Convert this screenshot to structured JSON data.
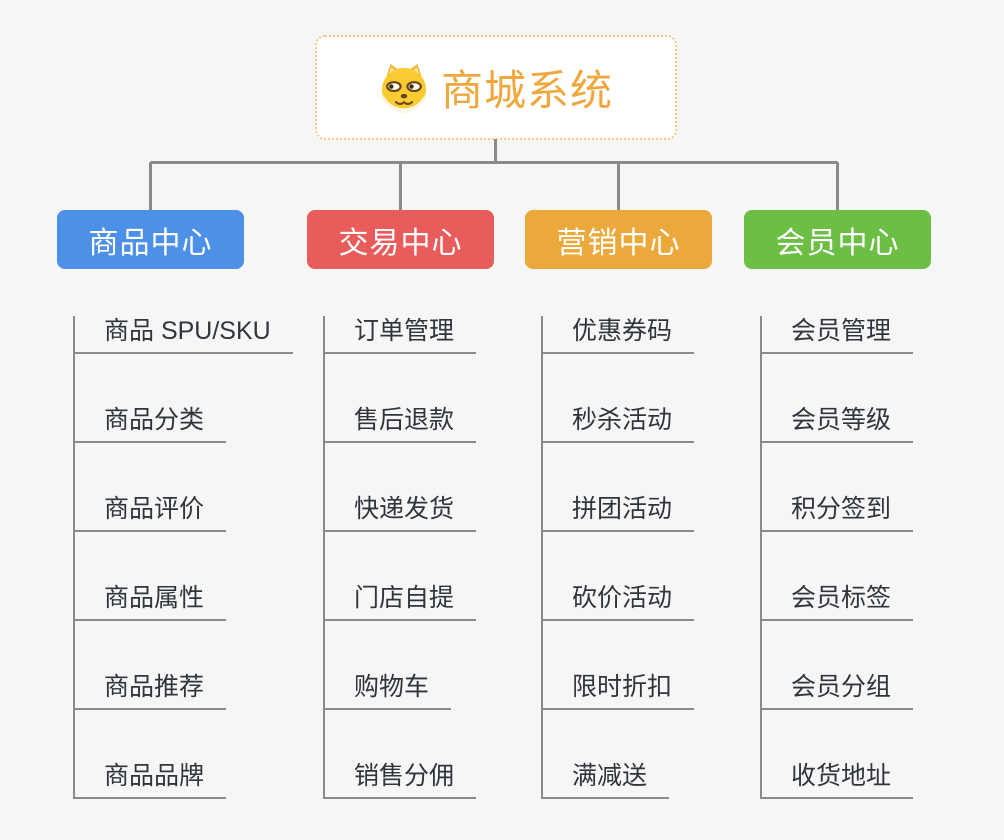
{
  "root": {
    "title": "商城系统",
    "icon": "dog-face-icon",
    "title_color": "#f0a73d",
    "border_color": "#f6c87f"
  },
  "connector_color": "#8a8a8a",
  "branches": [
    {
      "label": "商品中心",
      "color": "#4d90e8",
      "items": [
        "商品 SPU/SKU",
        "商品分类",
        "商品评价",
        "商品属性",
        "商品推荐",
        "商品品牌"
      ]
    },
    {
      "label": "交易中心",
      "color": "#e85c5c",
      "items": [
        "订单管理",
        "售后退款",
        "快递发货",
        "门店自提",
        "购物车",
        "销售分佣"
      ]
    },
    {
      "label": "营销中心",
      "color": "#eba93c",
      "items": [
        "优惠券码",
        "秒杀活动",
        "拼团活动",
        "砍价活动",
        "限时折扣",
        "满减送"
      ]
    },
    {
      "label": "会员中心",
      "color": "#6cbe45",
      "items": [
        "会员管理",
        "会员等级",
        "积分签到",
        "会员标签",
        "会员分组",
        "收货地址"
      ]
    }
  ]
}
